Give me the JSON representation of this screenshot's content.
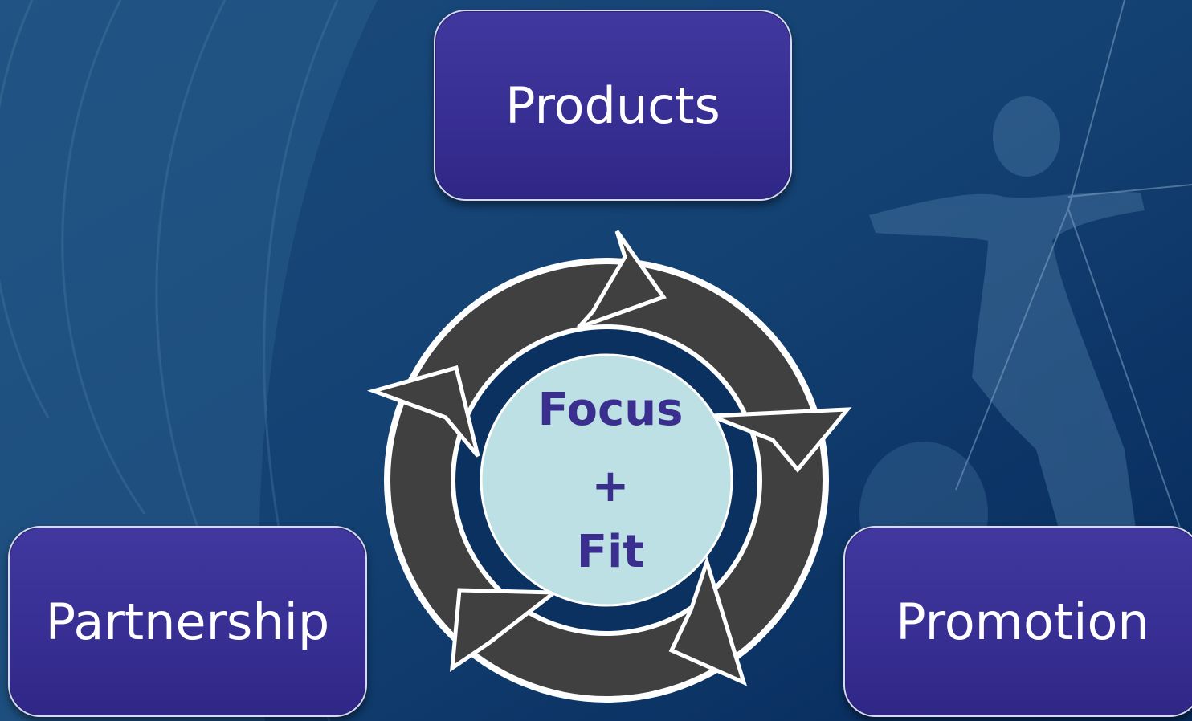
{
  "nodes": {
    "top": "Products",
    "bottom_left": "Partnership",
    "bottom_right": "Promotion"
  },
  "center": {
    "line1": "Focus",
    "line2": "+",
    "line3": "Fit"
  },
  "colors": {
    "background": "#0d3766",
    "node_fill": "#3a3196",
    "node_border": "#d9d9ee",
    "arrow_fill": "#404040",
    "arrow_outline": "#ffffff",
    "center_fill": "#bde0e4",
    "center_text": "#3a2f8e"
  }
}
